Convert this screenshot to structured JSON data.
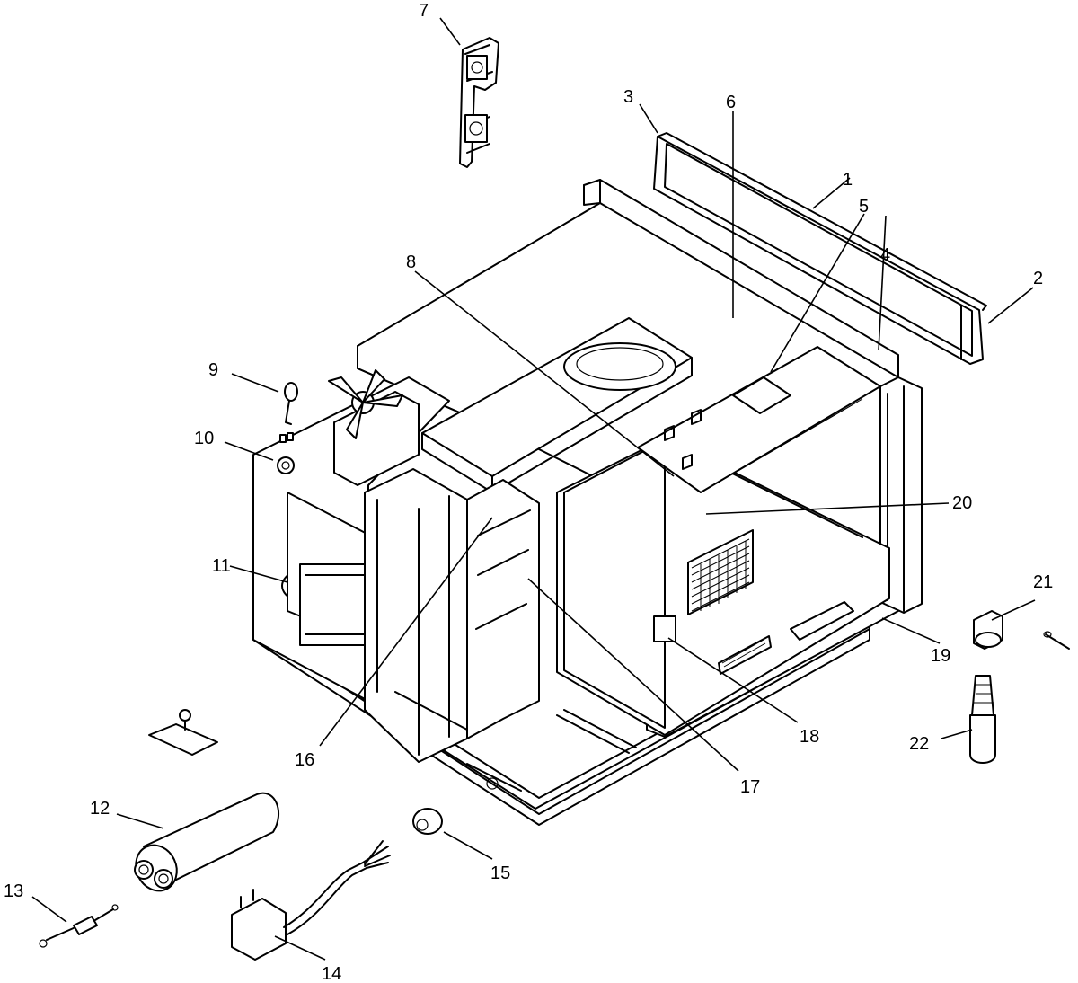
{
  "callouts": [
    {
      "id": "c1",
      "text": "1"
    },
    {
      "id": "c2",
      "text": "2"
    },
    {
      "id": "c3",
      "text": "3"
    },
    {
      "id": "c4",
      "text": "4"
    },
    {
      "id": "c5",
      "text": "5"
    },
    {
      "id": "c6",
      "text": "6"
    },
    {
      "id": "c7",
      "text": "7"
    },
    {
      "id": "c8",
      "text": "8"
    },
    {
      "id": "c9",
      "text": "9"
    },
    {
      "id": "c10",
      "text": "10"
    },
    {
      "id": "c11",
      "text": "11"
    },
    {
      "id": "c12",
      "text": "12"
    },
    {
      "id": "c13",
      "text": "13"
    },
    {
      "id": "c14",
      "text": "14"
    },
    {
      "id": "c15",
      "text": "15"
    },
    {
      "id": "c16",
      "text": "16"
    },
    {
      "id": "c17",
      "text": "17"
    },
    {
      "id": "c18",
      "text": "18"
    },
    {
      "id": "c19",
      "text": "19"
    },
    {
      "id": "c20",
      "text": "20"
    },
    {
      "id": "c21",
      "text": "21"
    },
    {
      "id": "c22",
      "text": "22"
    }
  ],
  "colors": {
    "line": "#000000",
    "background": "#ffffff"
  }
}
